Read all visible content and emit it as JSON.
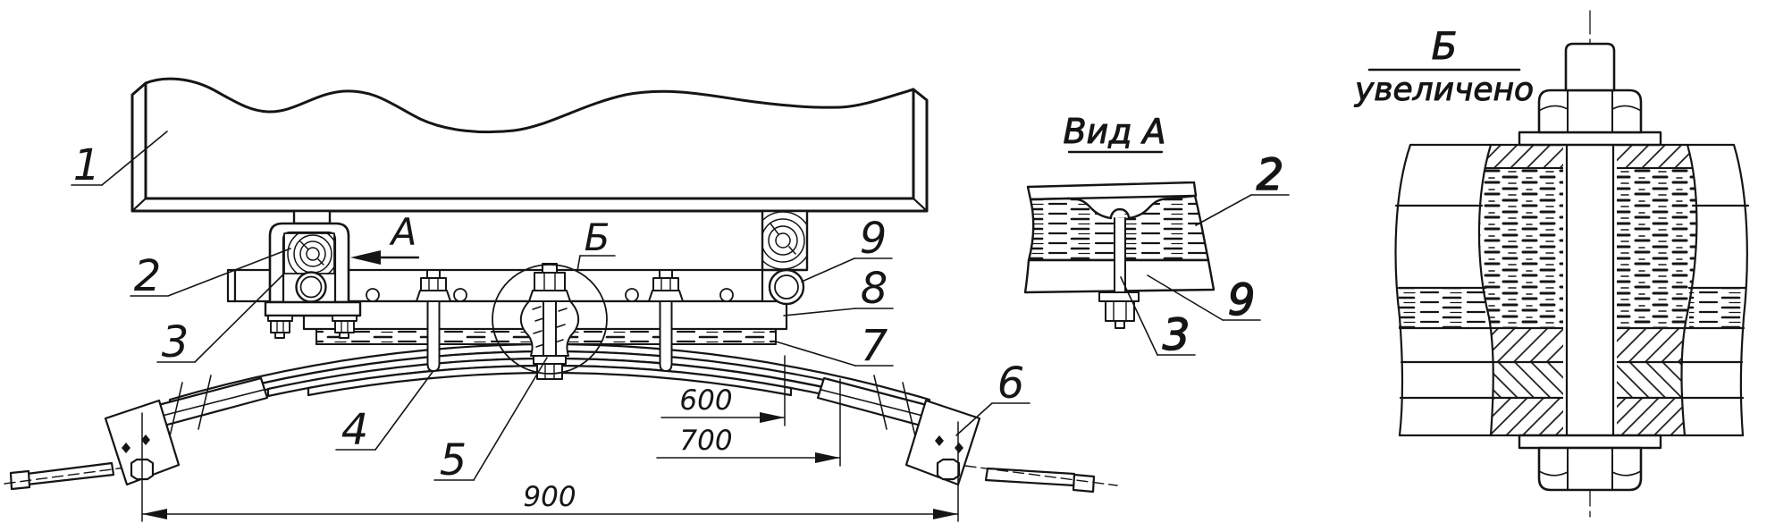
{
  "labels": {
    "p1": "1",
    "p2": "2",
    "p3": "3",
    "p4": "4",
    "p5": "5",
    "p6": "6",
    "p7": "7",
    "p8": "8",
    "p9": "9"
  },
  "letters": {
    "section_view": "А",
    "detail_mark": "Б"
  },
  "dimensions": {
    "d600": "600",
    "d700": "700",
    "d900": "900"
  },
  "view_a": {
    "title": "Вид А",
    "label_2": "2",
    "label_9": "9",
    "label_3": "3"
  },
  "detail_b": {
    "mark": "Б",
    "note": "увеличено"
  },
  "colors": {
    "ink": "#151515",
    "paper": "#ffffff"
  }
}
